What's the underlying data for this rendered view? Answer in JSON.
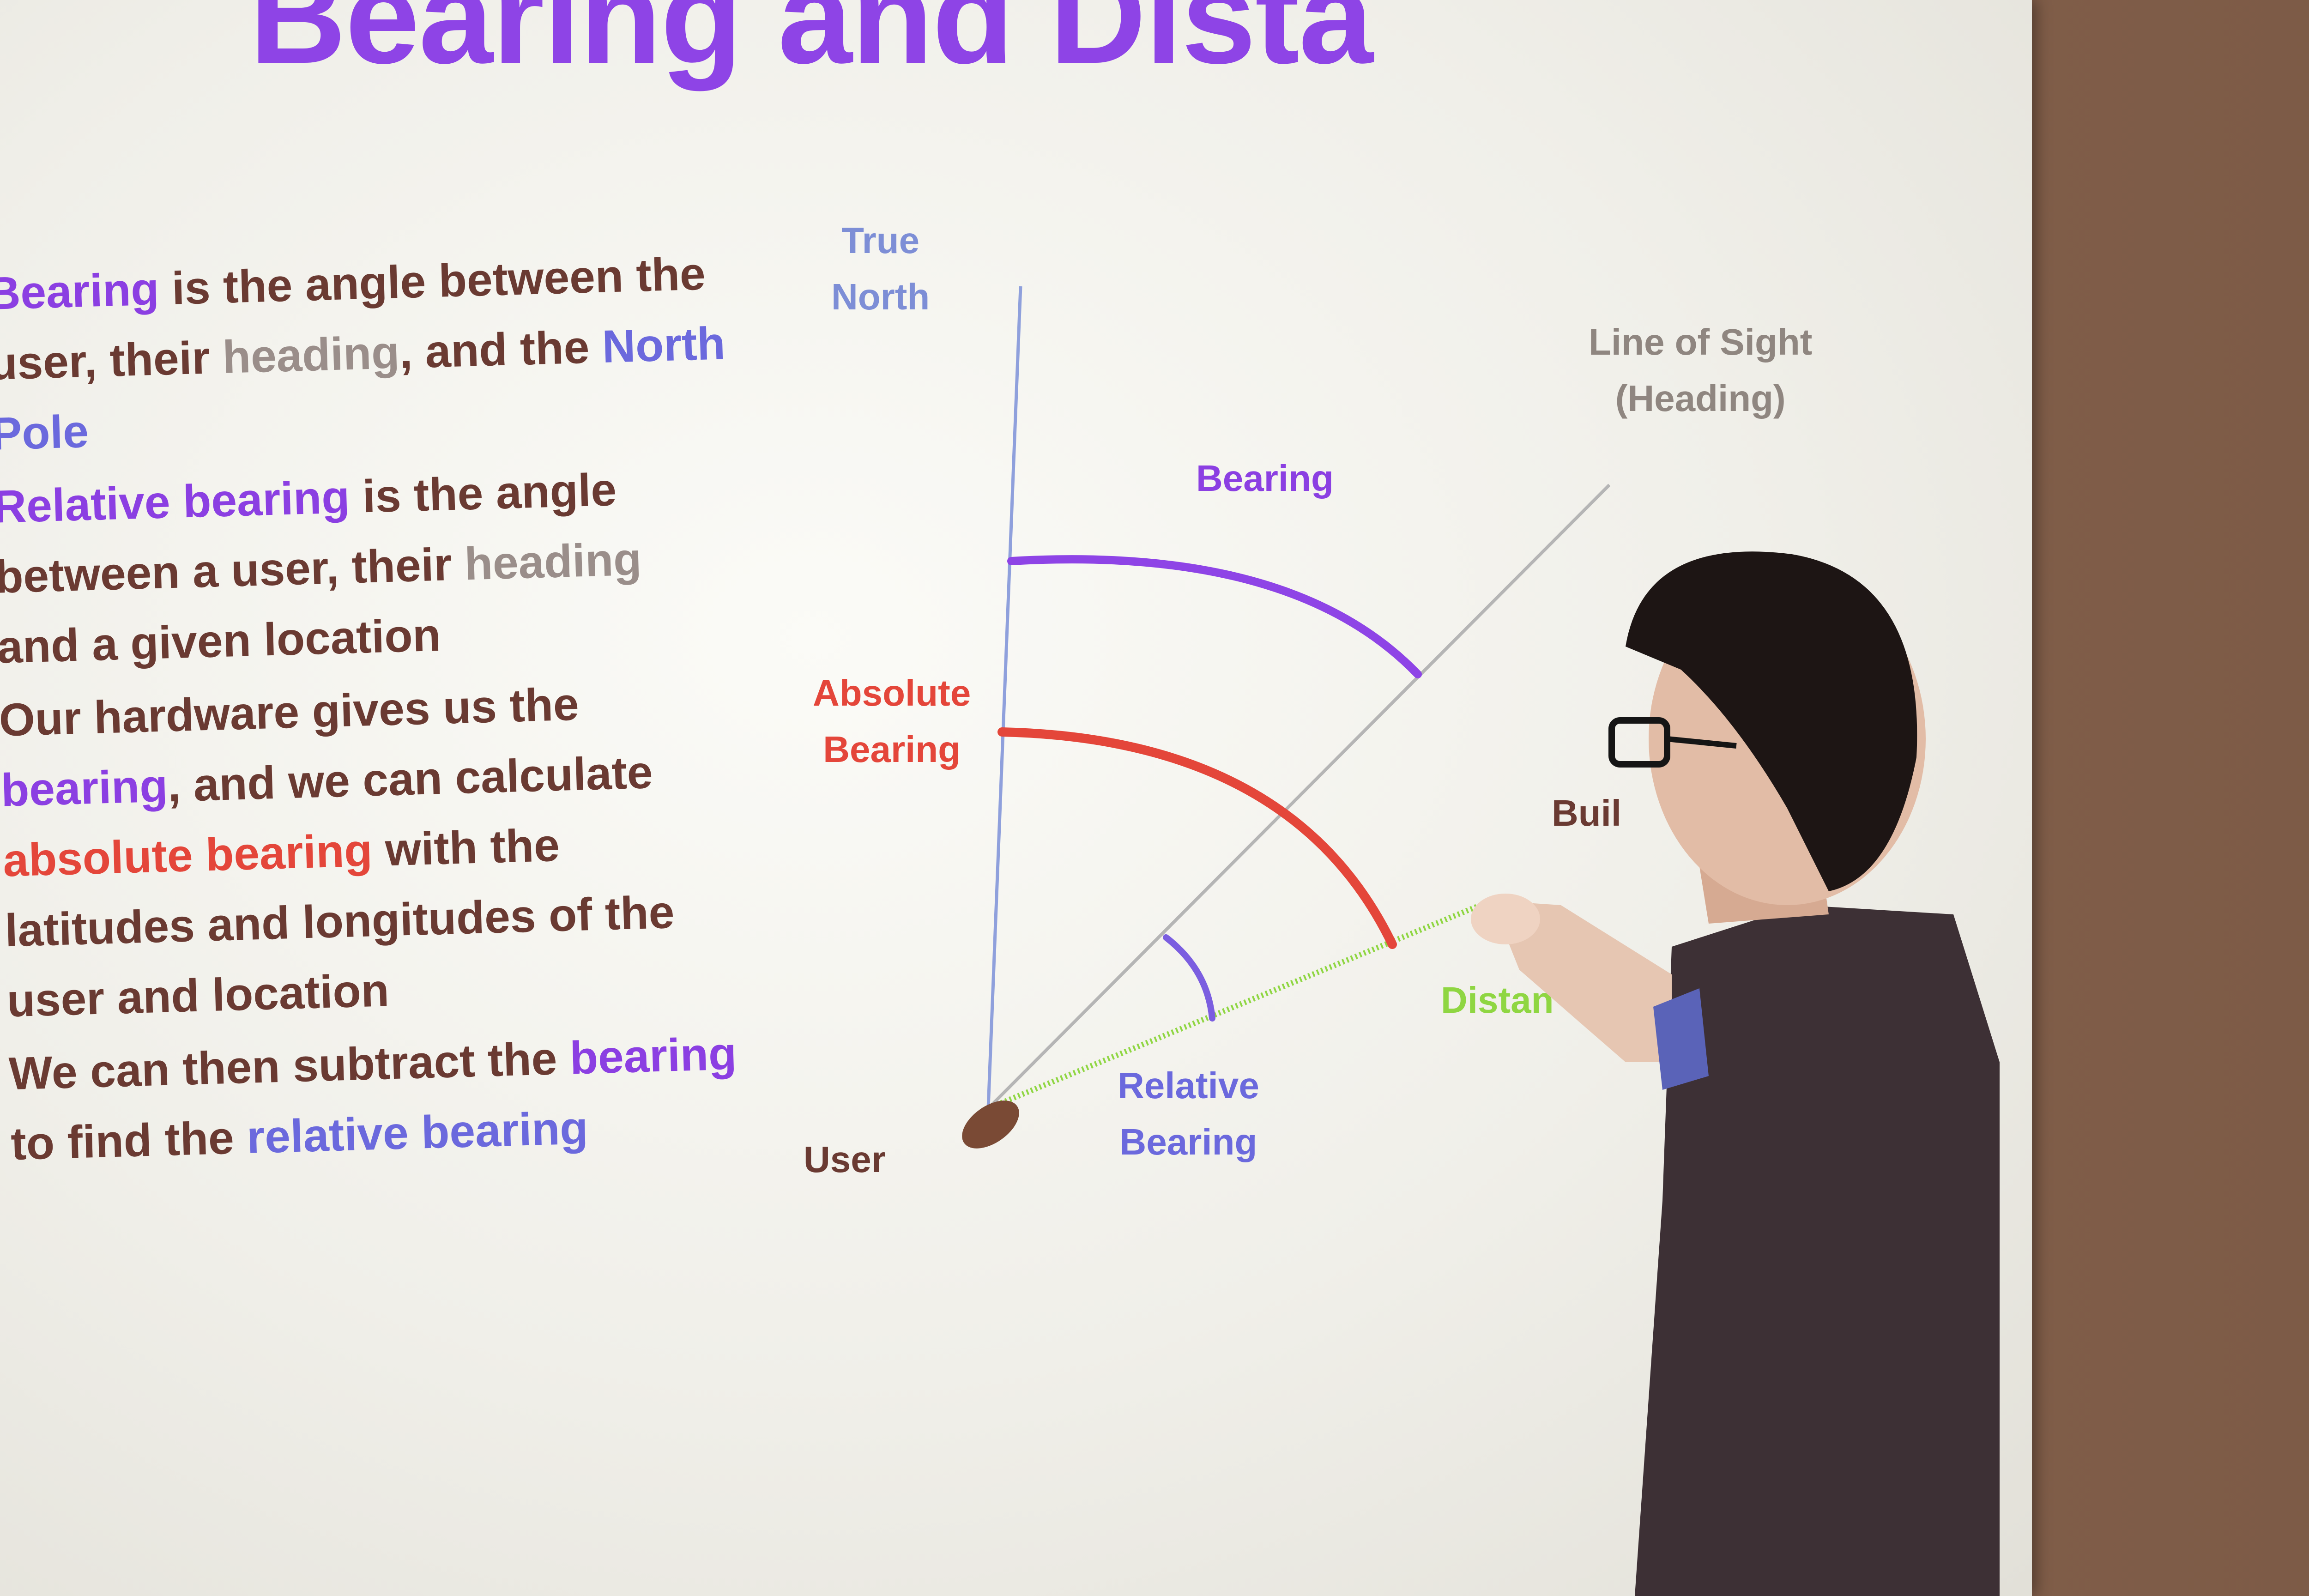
{
  "slide": {
    "title": "Bearing and Dista",
    "bullets": [
      [
        {
          "text": "Bearing",
          "color": "purple"
        },
        {
          "text": " is the angle between the user, their ",
          "color": "body"
        },
        {
          "text": "heading",
          "color": "grey"
        },
        {
          "text": ", and the ",
          "color": "body"
        },
        {
          "text": "North Pole",
          "color": "blue"
        }
      ],
      [
        {
          "text": "Relative bearing",
          "color": "purple"
        },
        {
          "text": " is the angle between a user, their ",
          "color": "body"
        },
        {
          "text": "heading",
          "color": "grey"
        },
        {
          "text": " and a given location",
          "color": "body"
        }
      ],
      [
        {
          "text": "Our hardware gives us the ",
          "color": "body"
        },
        {
          "text": "bearing",
          "color": "purple"
        },
        {
          "text": ", and we can calculate ",
          "color": "body"
        },
        {
          "text": "absolute bearing",
          "color": "red"
        },
        {
          "text": " with the latitudes and longitudes of the user and location",
          "color": "body"
        }
      ],
      [
        {
          "text": "We can then subtract the ",
          "color": "body"
        },
        {
          "text": "bearing",
          "color": "purple"
        },
        {
          "text": " to find the ",
          "color": "body"
        },
        {
          "text": "relative bearing",
          "color": "blue"
        }
      ]
    ]
  },
  "diagram": {
    "true_north_line1": "True",
    "true_north_line2": "North",
    "line_of_sight_line1": "Line of Sight",
    "line_of_sight_line2": "(Heading)",
    "bearing": "Bearing",
    "absolute_bearing_line1": "Absolute",
    "absolute_bearing_line2": "Bearing",
    "building": "Buil",
    "distance": "Distan",
    "relative_bearing_line1": "Relative",
    "relative_bearing_line2": "Bearing",
    "user": "User"
  },
  "colors": {
    "title": "#8e44e6",
    "body": "#6a3a32",
    "purple": "#8b3fe2",
    "grey": "#9a8e8a",
    "blue": "#6b69dd",
    "red": "#e4463a",
    "distance_green": "#8fd642",
    "north_line": "#8fa0dc",
    "sight_line": "#b5b5b5",
    "wall": "#7c5a46"
  }
}
